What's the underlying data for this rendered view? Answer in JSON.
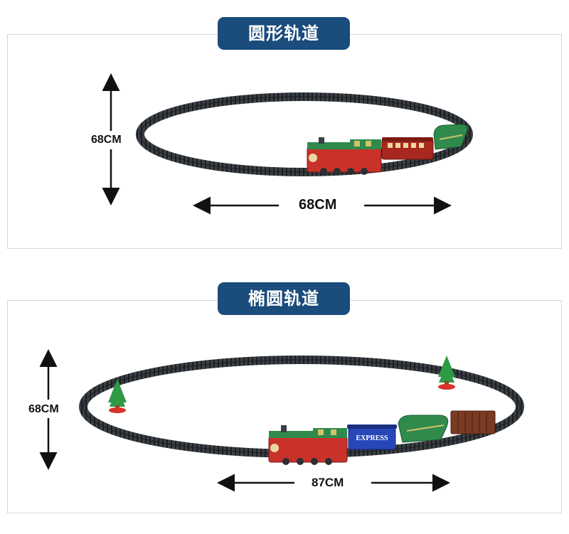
{
  "colors": {
    "badge_bg": "#1a4c7c",
    "track": "#2b2f33",
    "locomotive": "#c8322b",
    "tender_green": "#2f8a4c",
    "coach": "#a8281f",
    "express_car": "#2747b8",
    "boxcar": "#7a3b22",
    "tree": "#2e9a46",
    "tree_base": "#d8322a"
  },
  "sections": {
    "round": {
      "title": "圆形轨道",
      "height_label": "68CM",
      "width_label": "68CM"
    },
    "oval": {
      "title": "椭圆轨道",
      "height_label": "68CM",
      "width_label": "87CM",
      "express_text": "EXPRESS"
    }
  }
}
